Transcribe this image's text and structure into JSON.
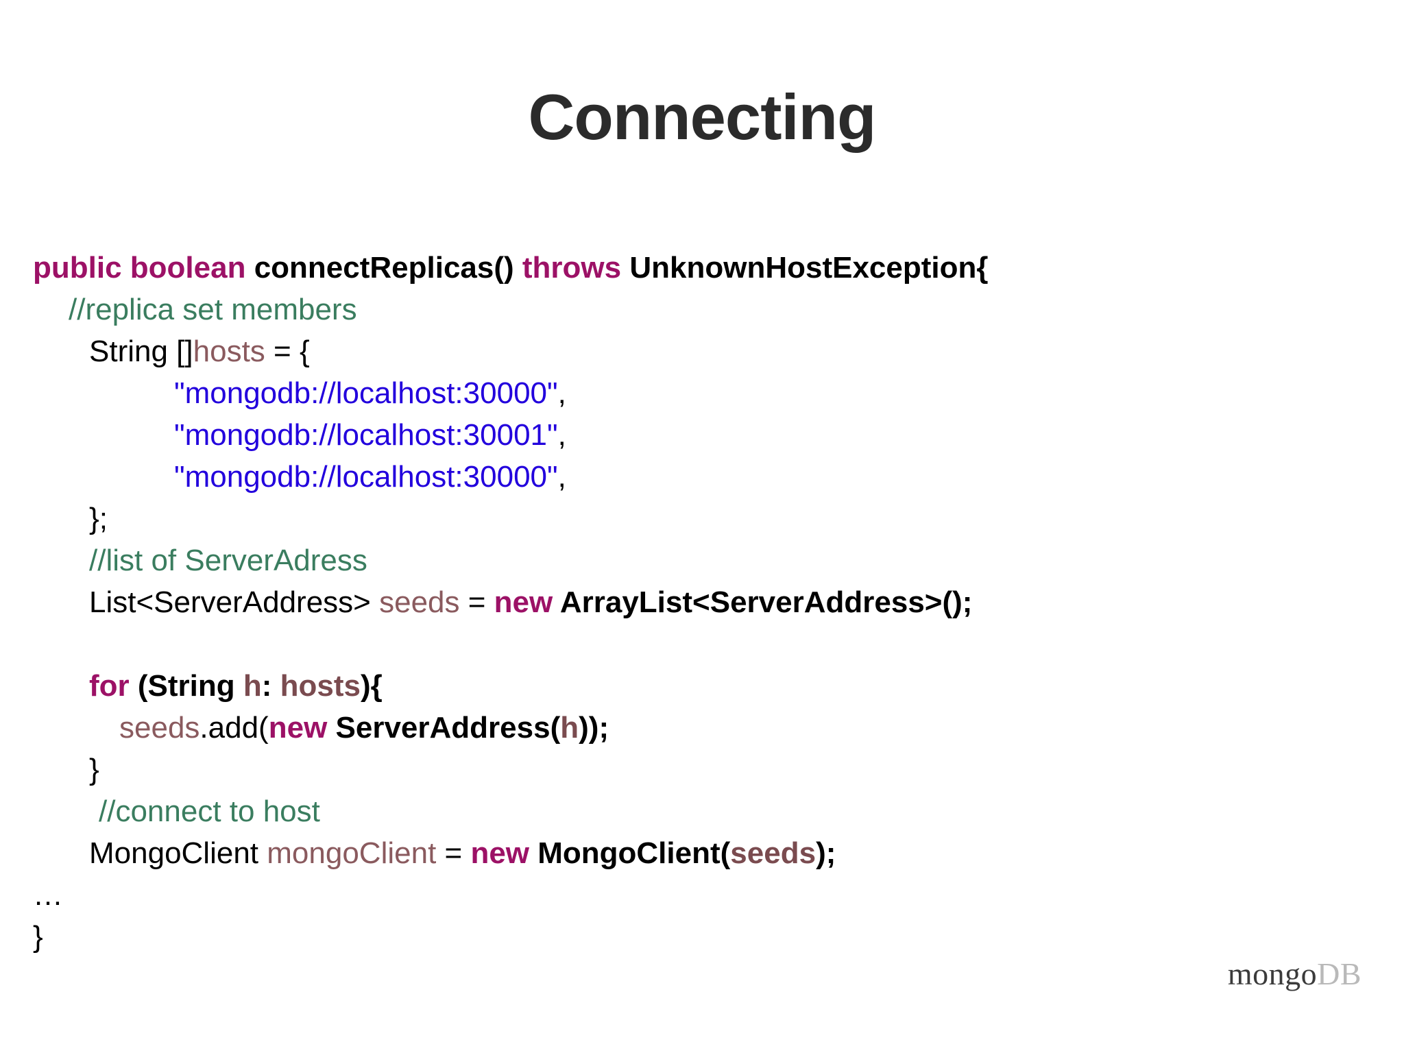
{
  "slide": {
    "title": "Connecting",
    "background_color": "#ffffff"
  },
  "colors": {
    "title": "#2b2b2b",
    "keyword": "#9c1166",
    "comment": "#3a7d5f",
    "string": "#2200dd",
    "identifier": "#8a5a5e",
    "plain": "#000000",
    "logo_mongo": "#3b3b3b",
    "logo_db": "#b9b9b9"
  },
  "logo": {
    "mongo": "mongo",
    "db": "DB"
  },
  "code": {
    "language": "java",
    "plain_text": "public boolean connectReplicas() throws UnknownHostException{\n    //replica set members\n     String []hosts = {\n          \"mongodb://localhost:30000\",\n          \"mongodb://localhost:30001\",\n          \"mongodb://localhost:30000\",\n     };\n     //list of ServerAdress\n     List<ServerAddress> seeds = new ArrayList<ServerAddress>();\n\n     for (String h: hosts){\n       seeds.add(new ServerAddress(h));\n     }\n      //connect to host\n     MongoClient mongoClient = new MongoClient(seeds);\n…\n}",
    "lines": [
      {
        "indent": 0,
        "tokens": [
          {
            "text": "public boolean ",
            "cls": "t-kw"
          },
          {
            "text": "connectReplicas() ",
            "cls": "t-plain-b"
          },
          {
            "text": "throws ",
            "cls": "t-kw"
          },
          {
            "text": "UnknownHostException{",
            "cls": "t-plain-b"
          }
        ]
      },
      {
        "indent": 52,
        "tokens": [
          {
            "text": "//replica set members",
            "cls": "t-comment"
          }
        ]
      },
      {
        "indent": 82,
        "tokens": [
          {
            "text": "String []",
            "cls": "t-plain"
          },
          {
            "text": "hosts",
            "cls": "t-ident"
          },
          {
            "text": " = {",
            "cls": "t-plain"
          }
        ]
      },
      {
        "indent": 206,
        "tokens": [
          {
            "text": "\"mongodb://localhost:30000\"",
            "cls": "t-string"
          },
          {
            "text": ",",
            "cls": "t-plain"
          }
        ]
      },
      {
        "indent": 206,
        "tokens": [
          {
            "text": "\"mongodb://localhost:30001\"",
            "cls": "t-string"
          },
          {
            "text": ",",
            "cls": "t-plain"
          }
        ]
      },
      {
        "indent": 206,
        "tokens": [
          {
            "text": "\"mongodb://localhost:30000\"",
            "cls": "t-string"
          },
          {
            "text": ",",
            "cls": "t-plain"
          }
        ]
      },
      {
        "indent": 82,
        "tokens": [
          {
            "text": "};",
            "cls": "t-plain"
          }
        ]
      },
      {
        "indent": 82,
        "tokens": [
          {
            "text": "//list of ServerAdress",
            "cls": "t-comment"
          }
        ]
      },
      {
        "indent": 82,
        "tokens": [
          {
            "text": "List<ServerAddress> ",
            "cls": "t-plain"
          },
          {
            "text": "seeds",
            "cls": "t-ident"
          },
          {
            "text": " = ",
            "cls": "t-plain"
          },
          {
            "text": "new ",
            "cls": "t-kw"
          },
          {
            "text": "ArrayList<ServerAddress>();",
            "cls": "t-plain-b"
          }
        ]
      },
      {
        "indent": 0,
        "blank": true,
        "tokens": []
      },
      {
        "indent": 82,
        "tokens": [
          {
            "text": "for ",
            "cls": "t-kw"
          },
          {
            "text": "(String ",
            "cls": "t-plain-b"
          },
          {
            "text": "h",
            "cls": "t-ident-b"
          },
          {
            "text": ": ",
            "cls": "t-plain-b"
          },
          {
            "text": "hosts",
            "cls": "t-ident-b"
          },
          {
            "text": "){",
            "cls": "t-plain-b"
          }
        ]
      },
      {
        "indent": 126,
        "tokens": [
          {
            "text": "seeds",
            "cls": "t-ident"
          },
          {
            "text": ".add(",
            "cls": "t-plain"
          },
          {
            "text": "new ",
            "cls": "t-kw"
          },
          {
            "text": "ServerAddress(",
            "cls": "t-plain-b"
          },
          {
            "text": "h",
            "cls": "t-ident-b"
          },
          {
            "text": "));",
            "cls": "t-plain-b"
          }
        ]
      },
      {
        "indent": 82,
        "tokens": [
          {
            "text": "}",
            "cls": "t-plain"
          }
        ]
      },
      {
        "indent": 96,
        "tokens": [
          {
            "text": "//connect to host",
            "cls": "t-comment"
          }
        ]
      },
      {
        "indent": 82,
        "tokens": [
          {
            "text": "MongoClient ",
            "cls": "t-plain"
          },
          {
            "text": "mongoClient",
            "cls": "t-ident"
          },
          {
            "text": " = ",
            "cls": "t-plain"
          },
          {
            "text": "new ",
            "cls": "t-kw"
          },
          {
            "text": "MongoClient(",
            "cls": "t-plain-b"
          },
          {
            "text": "seeds",
            "cls": "t-ident-b"
          },
          {
            "text": ");",
            "cls": "t-plain-b"
          }
        ]
      },
      {
        "indent": 0,
        "tokens": [
          {
            "text": "…",
            "cls": "t-plain"
          }
        ]
      },
      {
        "indent": 0,
        "tokens": [
          {
            "text": "}",
            "cls": "t-plain"
          }
        ]
      }
    ]
  }
}
